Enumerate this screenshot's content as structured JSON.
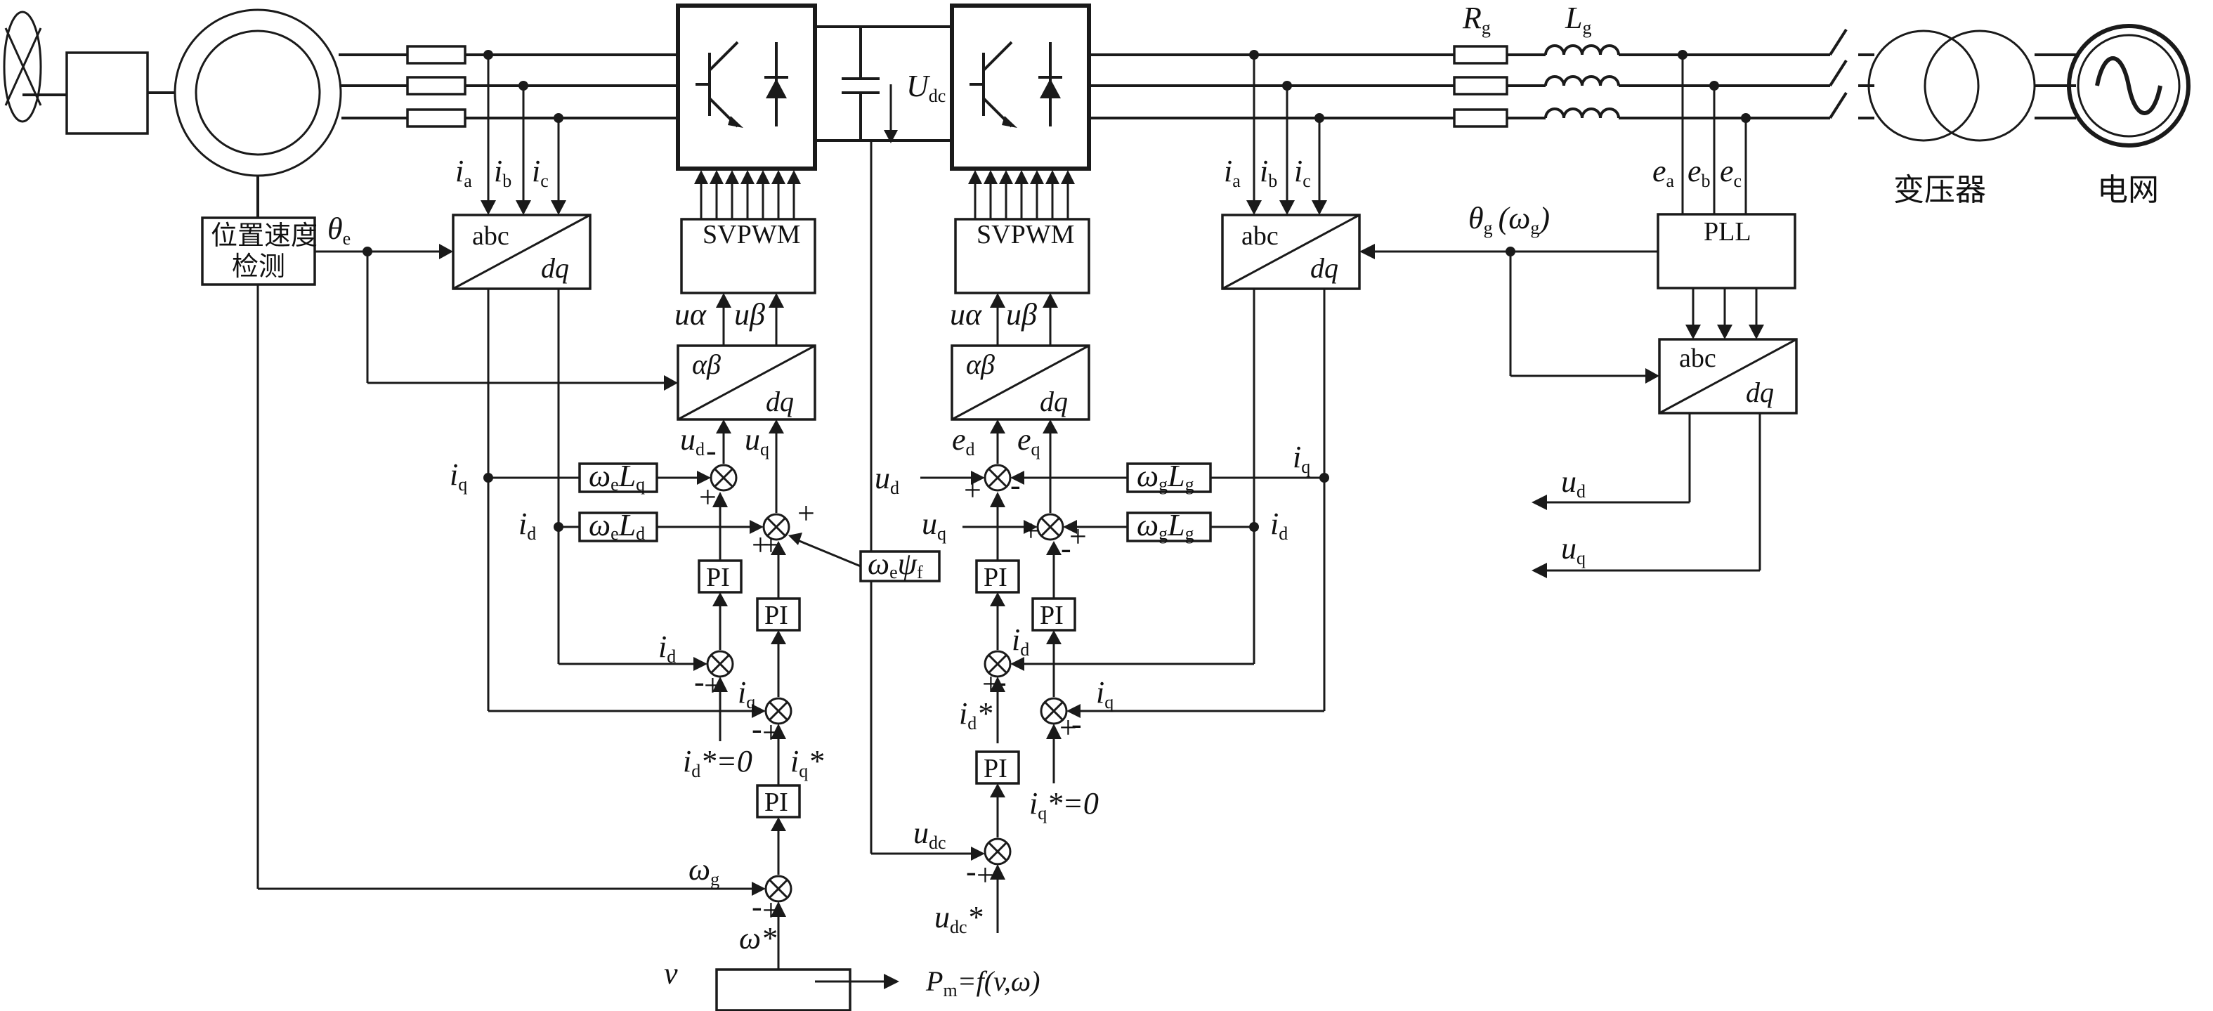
{
  "blocks": {
    "pos_speed_line1": "位置速度",
    "pos_speed_line2": "检测",
    "svpwm": "SVPWM",
    "pll": "PLL",
    "abc": "abc",
    "dq": "dq",
    "alphabeta": "αβ",
    "pi": "PI"
  },
  "labels": {
    "transformer": "变压器",
    "grid": "电网",
    "theta_e": "θ",
    "theta_e_sub": "e",
    "theta_g": "θ",
    "theta_g_sub": "g",
    "omega_g_paren_open": "(ω",
    "omega_g_paren_sub": "g",
    "omega_g_paren_close": ")",
    "i": "i",
    "u": "u",
    "e": "e",
    "sub_a": "a",
    "sub_b": "b",
    "sub_c": "c",
    "sub_d": "d",
    "sub_q": "q",
    "sub_dc": "dc",
    "U": "U",
    "R": "R",
    "L": "L",
    "g": "g",
    "u_alpha": "uα",
    "u_beta": "uβ",
    "omega": "ω",
    "sub_e": "e",
    "sub_g": "g",
    "sub_f": "f",
    "psi": "ψ",
    "star": "*",
    "eq_zero": "*=0",
    "omega_star": "ω*",
    "v": "v",
    "P": "P",
    "sub_m": "m",
    "pm_rest": "=f(v,ω)",
    "plus": "+",
    "minus": "-"
  }
}
